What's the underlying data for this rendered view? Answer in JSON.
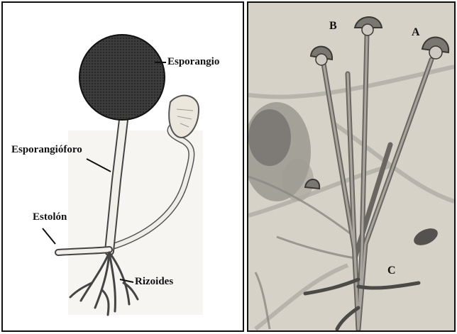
{
  "left_panel": {
    "labels": {
      "sporangium": "Esporangio",
      "sporangiophore": "Esporangióforo",
      "stolon": "Estolón",
      "rhizoids": "Rizoides"
    }
  },
  "right_panel": {
    "labels": {
      "a": "A",
      "b": "B",
      "c": "C"
    }
  }
}
